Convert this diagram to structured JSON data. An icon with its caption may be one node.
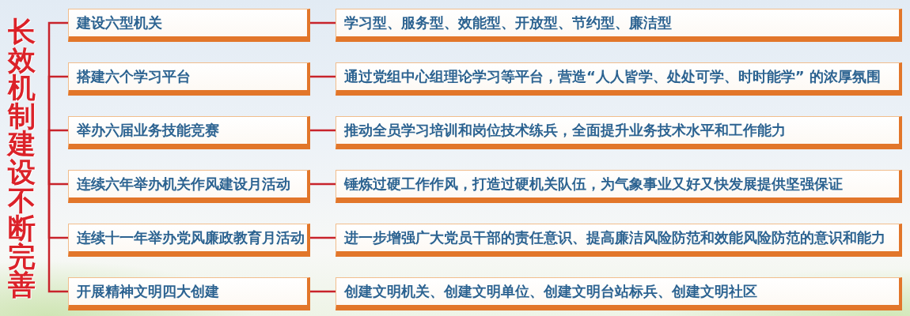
{
  "diagram": {
    "nodes": [
      {
        "text": [
          "长效机制建设不断完善"
        ]
      },
      {
        "text": [
          "建设六型机关"
        ]
      },
      {
        "text": [
          "学习型、服务型、效能型、开放型、节约型、廉洁型"
        ]
      },
      {
        "text": [
          "搭建六个学习平台"
        ]
      },
      {
        "text": [
          "通过党组中心组理论学习等平台，营造“人人皆学、处处可学、时时能学” 的浓厚氛围"
        ]
      },
      {
        "text": [
          "举办六届业务技能竞赛"
        ]
      },
      {
        "text": [
          "推动全员学习培训和岗位技术练兵，全面提升业务技术水平和工作能力"
        ]
      },
      {
        "text": [
          "连续六年举办机关作风建设月活动"
        ]
      },
      {
        "text": [
          "锤炼过硬工作作风，打造过硬机关队伍，为气象事业又好又快发展提供坚强保证"
        ]
      },
      {
        "text": [
          "连续十一年举办党风廉政教育月活动"
        ]
      },
      {
        "text": [
          "进一步增强广大党员干部的责任意识、提高廉洁风险防范和效能风险防范的意识和能力"
        ]
      },
      {
        "text": [
          "开展精神文明四大创建"
        ]
      },
      {
        "text": [
          "创建文明机关、创建文明单位、创建文明台站标兵、创建文明社区"
        ]
      }
    ],
    "edges": [
      {
        "from": 0,
        "to": 1,
        "arrow": "none"
      },
      {
        "from": 0,
        "to": 3,
        "arrow": "none"
      },
      {
        "from": 0,
        "to": 5,
        "arrow": "none"
      },
      {
        "from": 0,
        "to": 7,
        "arrow": "none"
      },
      {
        "from": 0,
        "to": 9,
        "arrow": "none"
      },
      {
        "from": 0,
        "to": 11,
        "arrow": "none"
      },
      {
        "from": 1,
        "to": 2,
        "arrow": "none"
      },
      {
        "from": 3,
        "to": 4,
        "arrow": "none"
      },
      {
        "from": 5,
        "to": 6,
        "arrow": "none"
      },
      {
        "from": 7,
        "to": 8,
        "arrow": "none"
      },
      {
        "from": 9,
        "to": 10,
        "arrow": "none"
      },
      {
        "from": 11,
        "to": 12,
        "arrow": "none"
      }
    ]
  }
}
